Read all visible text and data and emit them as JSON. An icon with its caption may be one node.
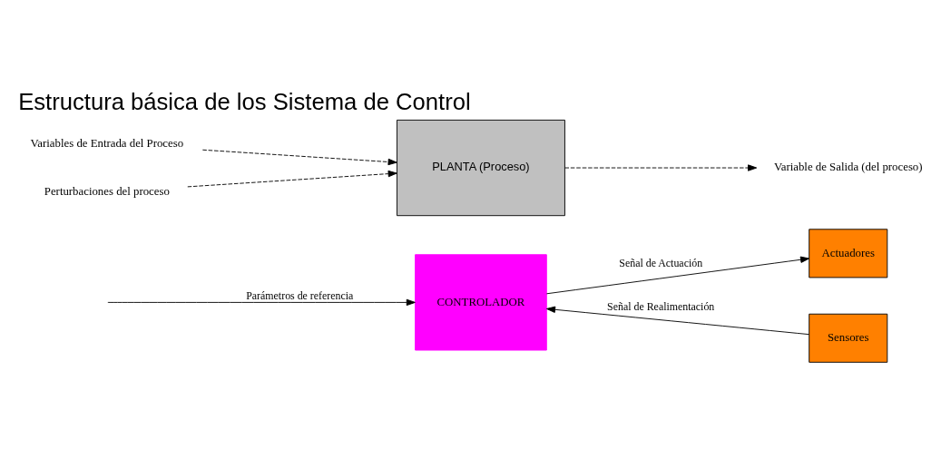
{
  "diagram": {
    "title": "Estructura básica de los Sistema de Control",
    "nodes": [
      {
        "text": [
          "CONTROLADOR"
        ]
      },
      {
        "text": [
          "Actuadores"
        ]
      },
      {
        "text": [
          "Sensores"
        ]
      },
      {
        "text": [
          "PLANTA (Proceso)"
        ]
      },
      {
        "text": [
          "Variables de Entrada del Proceso"
        ]
      },
      {
        "text": [
          "Perturbaciones del proceso"
        ]
      },
      {
        "text": [
          "Variable de Salida (del proceso)"
        ]
      }
    ],
    "edges": [
      {
        "from": null,
        "to": 0,
        "arrow": "to",
        "label": "Parámetros de referencia"
      },
      {
        "from": 0,
        "to": 1,
        "arrow": "to",
        "label": "Señal de Actuación"
      },
      {
        "from": 2,
        "to": 0,
        "arrow": "to",
        "label": "Señal de Realimentación"
      },
      {
        "from": 4,
        "to": 3,
        "arrow": "to",
        "style": "dashed"
      },
      {
        "from": 5,
        "to": 3,
        "arrow": "to",
        "style": "dashed"
      },
      {
        "from": 3,
        "to": 6,
        "arrow": "to",
        "style": "dashed"
      }
    ]
  }
}
